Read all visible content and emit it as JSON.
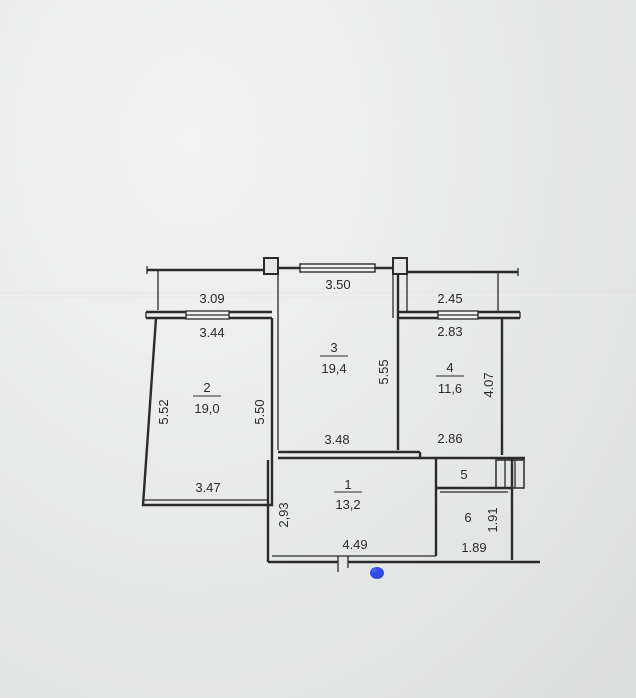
{
  "plan": {
    "rooms": [
      {
        "number": "1",
        "area": "13,2"
      },
      {
        "number": "2",
        "area": "19,0"
      },
      {
        "number": "3",
        "area": "19,4"
      },
      {
        "number": "4",
        "area": "11,6"
      },
      {
        "number": "5"
      },
      {
        "number": "6"
      }
    ],
    "dimensions": {
      "balcony_left_width": "3.09",
      "room2_width_top": "3.44",
      "room2_height_left": "5.52",
      "room2_height_right": "5.50",
      "room2_width_bottom": "3.47",
      "room3_width_top": "3.50",
      "room3_height": "5.55",
      "room3_width_bottom": "3.48",
      "balcony_right_width": "2.45",
      "room4_width_top": "2.83",
      "room4_height": "4.07",
      "room4_width_bottom": "2.86",
      "room1_height": "2,93",
      "room1_width": "4.49",
      "room6_height": "1.91",
      "room6_width": "1.89"
    }
  },
  "colors": {
    "paper": "#e9eaea",
    "ink": "#2b2b2b",
    "pen_mark": "#1f3fe0"
  }
}
